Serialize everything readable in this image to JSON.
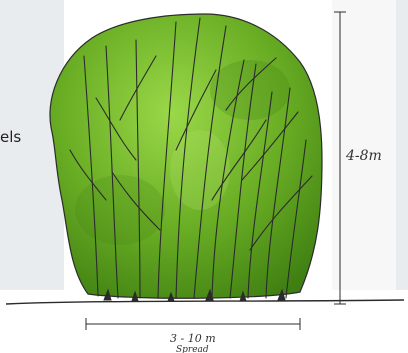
{
  "left_text": "els",
  "annotations": {
    "height_label": "4-8m",
    "width_label": "3 - 10 m",
    "spread_label": "Spread"
  },
  "colors": {
    "foliage_light": "#8fd13a",
    "foliage_mid": "#5ea61f",
    "foliage_dark": "#3f7f12",
    "ink": "#2b2b2b"
  }
}
